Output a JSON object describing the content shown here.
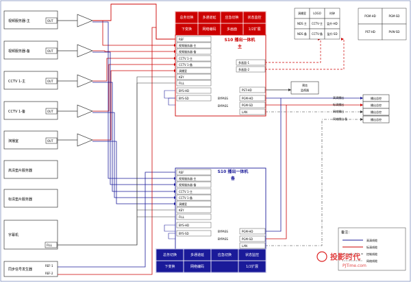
{
  "colors": {
    "red": "#cc0000",
    "blue": "#1a1a99",
    "black": "#000000",
    "grid": "#9aa7d8",
    "watermark": "#dd2222"
  },
  "sources": [
    {
      "label": "视频服务器-主",
      "port": "OUT"
    },
    {
      "label": "视频服务器-备",
      "port": "OUT"
    },
    {
      "label": "CCTV 1-主",
      "port": "OUT"
    },
    {
      "label": "CCTV 1-备",
      "port": "OUT"
    },
    {
      "label": "演播室",
      "port": "OUT"
    },
    {
      "label": "高清垫片服务器",
      "port": ""
    },
    {
      "label": "标清垫片服务器",
      "port": ""
    }
  ],
  "character_generator": {
    "label": "字幕机",
    "port": "FILL"
  },
  "sync_generator": {
    "label": "同步信号发生器",
    "ports": [
      "REF-1",
      "REF-2"
    ]
  },
  "main_unit": {
    "title": "S10 播出一体机",
    "subtitle": "主",
    "header_rows": [
      [
        "总务切换",
        "多通道延",
        "应急切换",
        "状态监控"
      ],
      [
        "下变换",
        "网络编码",
        "多画面",
        "1/2扩展"
      ]
    ],
    "inputs": [
      "REF",
      "视频服务器-主",
      "视频服务器-备",
      "CCTV 1-主",
      "CCTV 1-备",
      "演播室",
      "KEY",
      "FILL",
      "BYS-HD",
      "BYS-SD"
    ],
    "outputs": [
      "PST-HD",
      "PGM-HD",
      "PGM-SD",
      "LAN"
    ],
    "multiview": [
      "多画面-1",
      "多画面-2"
    ],
    "bypass": [
      "BYPASS",
      "BYPASS"
    ]
  },
  "backup_unit": {
    "title": "S10 播出一体机",
    "subtitle": "备",
    "inputs": [
      "REF",
      "视频服务器-主",
      "视频服务器-备",
      "CCTV 1-主",
      "CCTV 1-备",
      "演播室",
      "KEY",
      "FILL",
      "BYS-HD",
      "BYS-SD"
    ],
    "outputs": [
      "PGM-HD",
      "PGM-SD",
      "LAN"
    ],
    "footer_rows": [
      [
        "总务切换",
        "多通道延",
        "应急切换",
        "状态监控"
      ],
      [
        "下变换",
        "网络编码",
        "",
        "1/2扩展"
      ]
    ],
    "bypass": [
      "BYPASS",
      "BYPASS"
    ]
  },
  "monitor_wall": {
    "rows": [
      [
        "演播室",
        "LOGO",
        "时钟"
      ],
      [
        "NDS 主",
        "CCTV-主",
        "监升-HD"
      ],
      [
        "NDS 备",
        "CCTV-备",
        "监升-SD"
      ]
    ]
  },
  "pgm_table": {
    "rows": [
      [
        "PGM-HD",
        "PGM-SD"
      ],
      [
        "PST-HD",
        "PVW-SD"
      ]
    ]
  },
  "preview_monitor": "预览监视器",
  "right_outputs": {
    "labels": [
      "高清播出",
      "标清播出",
      "网络播出",
      "网络播出 备"
    ],
    "boxes": [
      "播出总控",
      "播出总控",
      "播出总控",
      "播出总控"
    ]
  },
  "legend": {
    "title": "备注：",
    "items": [
      "高清线缆",
      "标清线缆",
      "控制线缆",
      "网络线缆"
    ]
  },
  "watermark": {
    "main": "投影时代",
    "url": "PJTime.com"
  }
}
